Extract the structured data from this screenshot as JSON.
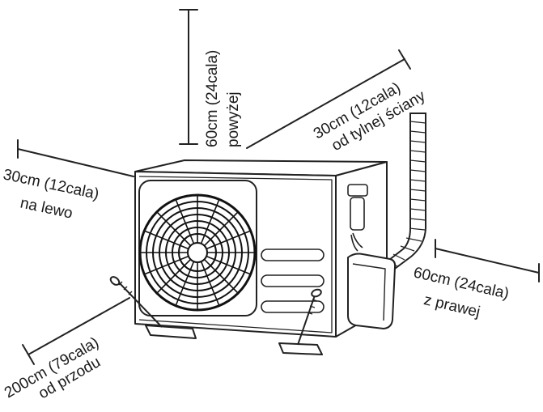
{
  "clearances": {
    "above": {
      "line1": "60cm (24cala)",
      "line2": "powyżej"
    },
    "rear": {
      "line1": "30cm (12cala)",
      "line2": "od tylnej ściany"
    },
    "left": {
      "line1": "30cm (12cala)",
      "line2": "na lewo"
    },
    "right": {
      "line1": "60cm (24cala)",
      "line2": "z prawej"
    },
    "front": {
      "line1": "200cm (79cala)",
      "line2": "od przodu"
    }
  }
}
